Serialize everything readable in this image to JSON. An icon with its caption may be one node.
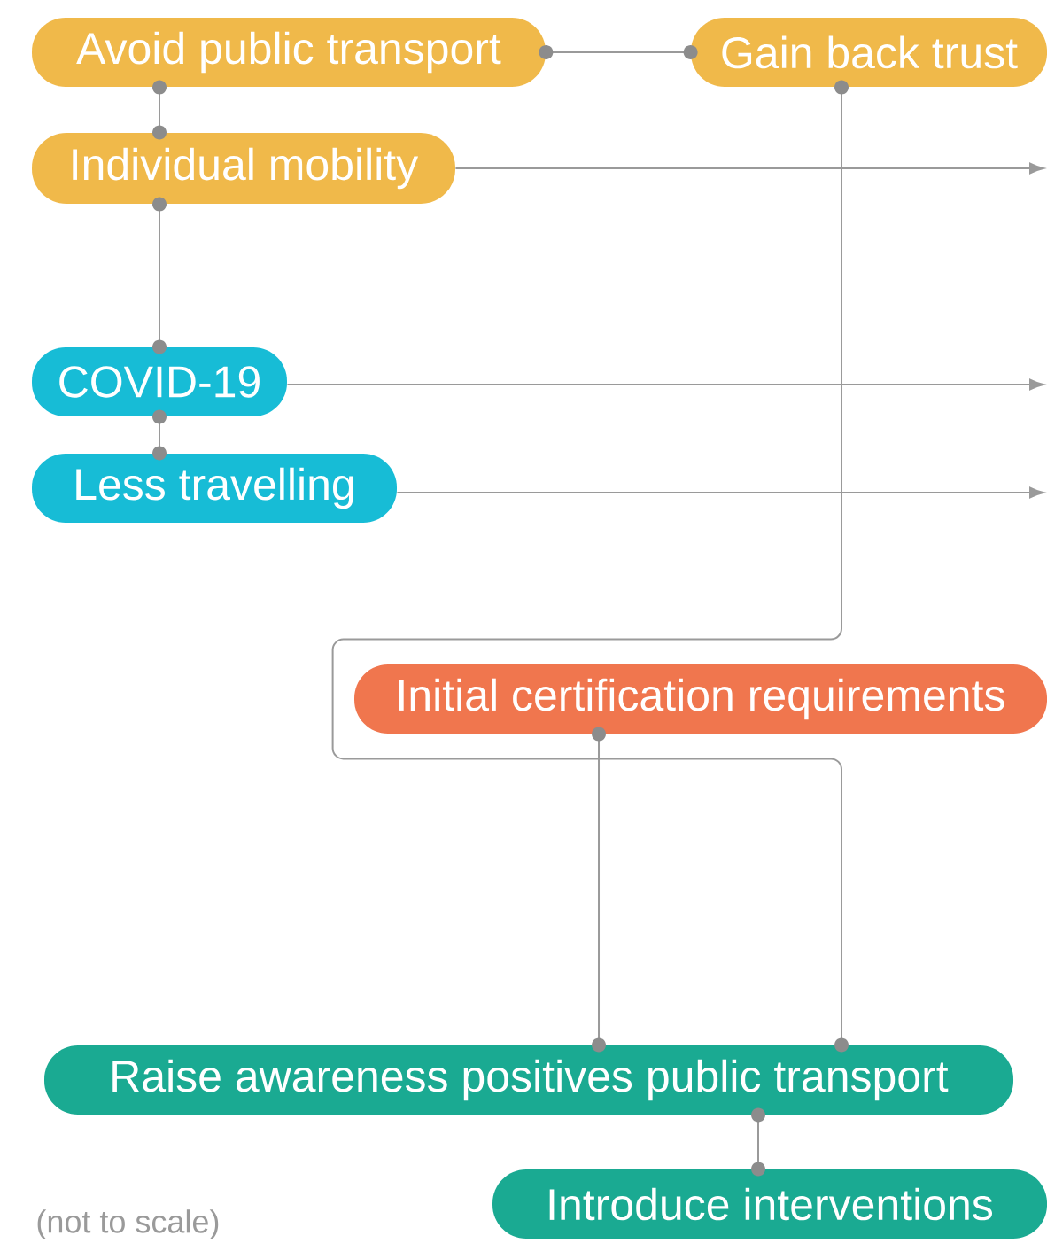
{
  "diagram": {
    "nodes": [
      {
        "text": [
          "Avoid public transport"
        ]
      },
      {
        "text": [
          "Gain back trust"
        ]
      },
      {
        "text": [
          "Individual mobility"
        ]
      },
      {
        "text": [
          "COVID-19"
        ]
      },
      {
        "text": [
          "Less travelling"
        ]
      },
      {
        "text": [
          "Initial certification requirements"
        ]
      },
      {
        "text": [
          "Raise awareness positives public transport"
        ]
      },
      {
        "text": [
          "Introduce interventions"
        ]
      }
    ],
    "edges": [
      {
        "from": 0,
        "to": 1,
        "arrow": "other"
      },
      {
        "from": 0,
        "to": 2,
        "arrow": "other"
      },
      {
        "from": 2,
        "to": 3,
        "arrow": "other"
      },
      {
        "from": 3,
        "to": 4,
        "arrow": "other"
      },
      {
        "from": 2,
        "to": null,
        "arrow": "to"
      },
      {
        "from": 3,
        "to": null,
        "arrow": "to"
      },
      {
        "from": 4,
        "to": null,
        "arrow": "to"
      },
      {
        "from": 1,
        "to": 6,
        "arrow": "other"
      },
      {
        "from": 5,
        "to": 6,
        "arrow": "other"
      },
      {
        "from": 6,
        "to": 7,
        "arrow": "other"
      }
    ],
    "labels": [
      "(not to scale)"
    ]
  }
}
